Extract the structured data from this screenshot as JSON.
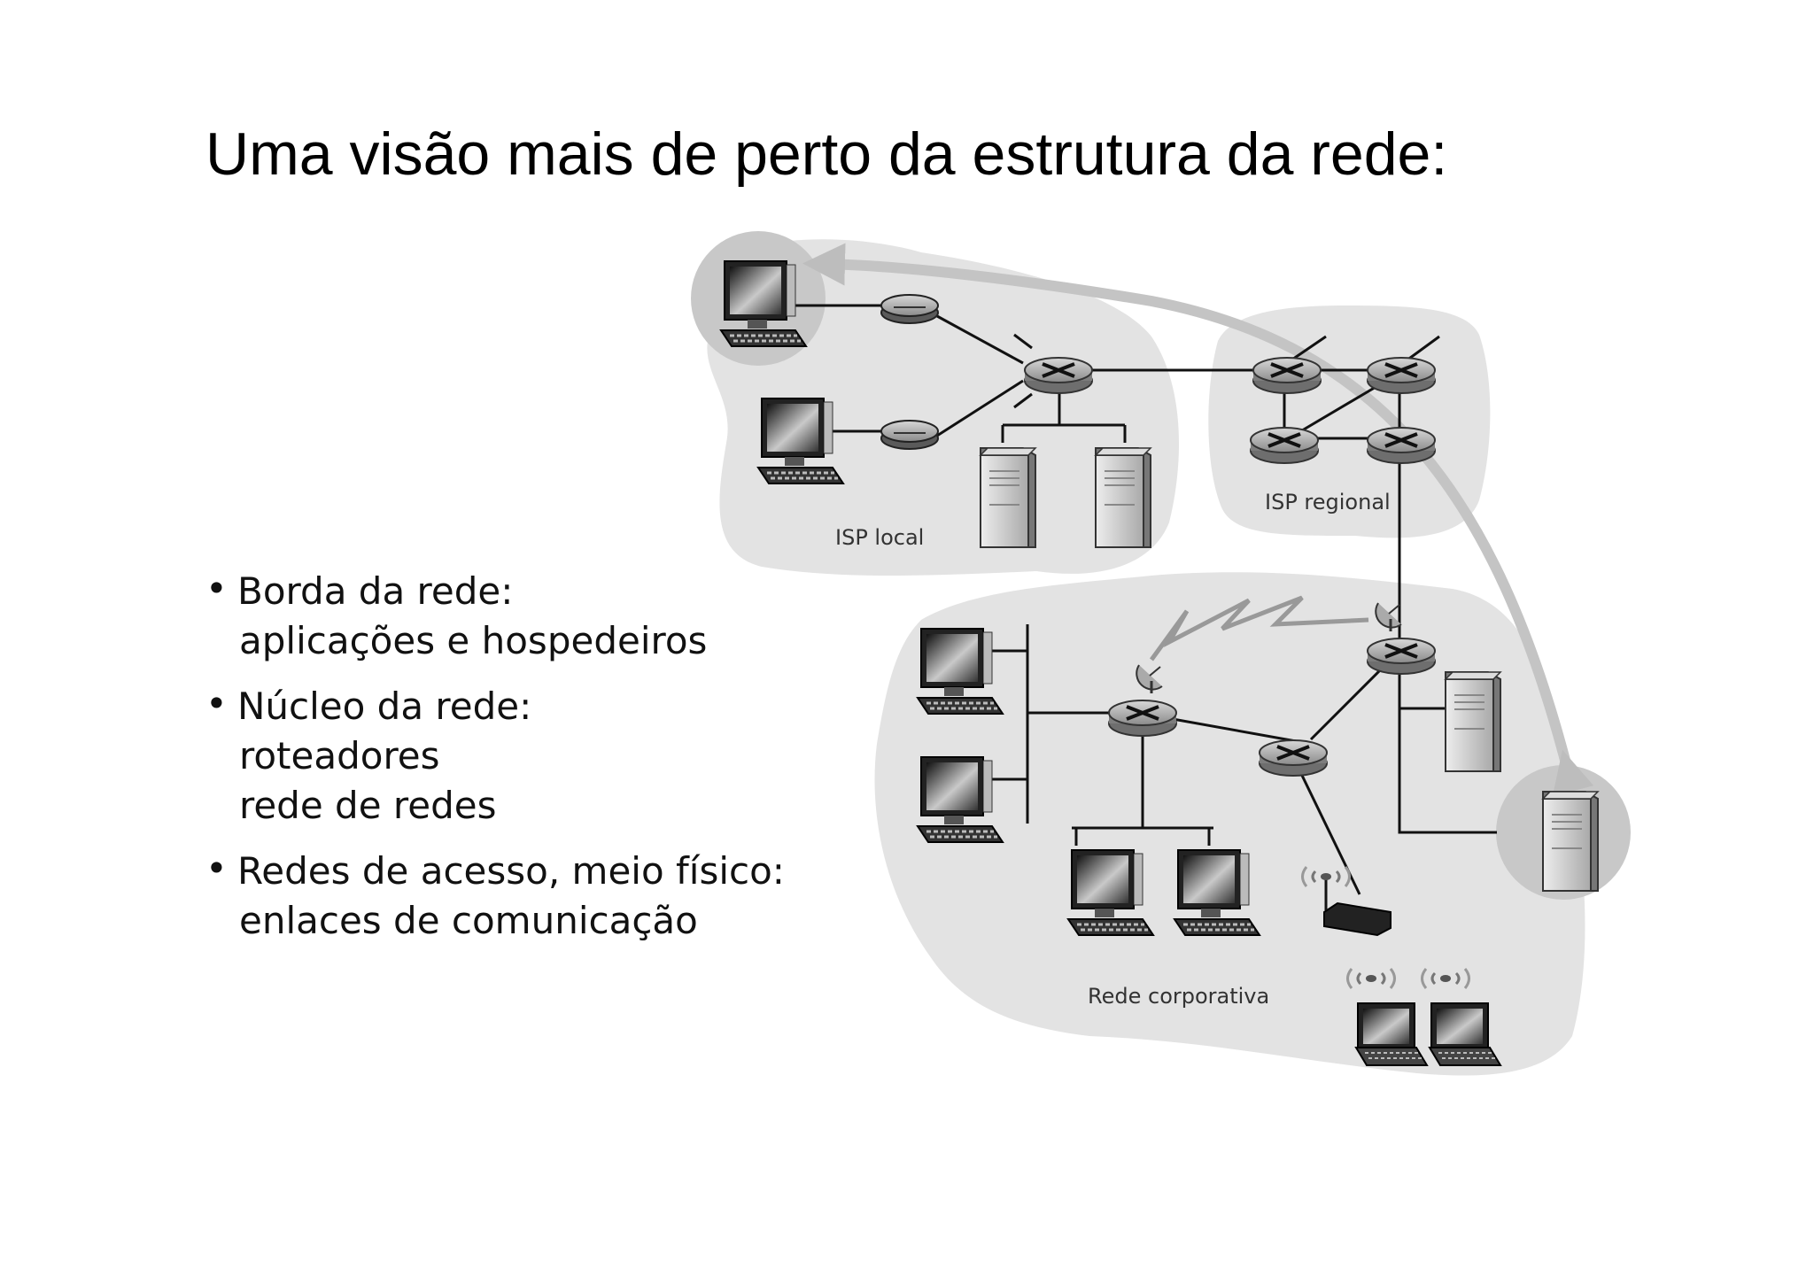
{
  "slide": {
    "title": "Uma visão mais de perto da estrutura da rede:"
  },
  "bullets": [
    {
      "heading": "Borda da rede:",
      "lines": [
        "aplicações e hospedeiros"
      ]
    },
    {
      "heading": "Núcleo da rede:",
      "lines": [
        "roteadores",
        "rede de redes"
      ]
    },
    {
      "heading": "Redes de acesso, meio físico:",
      "lines": [
        "enlaces de comunicação"
      ]
    }
  ],
  "diagram": {
    "regions": {
      "isp_local": "ISP local",
      "isp_regional": "ISP regional",
      "corporate": "Rede corporativa"
    },
    "colors": {
      "cloud": "#e3e3e3",
      "highlight": "#c8c8c8",
      "arrow": "#c4c4c4",
      "router": "#9a9a9a",
      "link": "#111111"
    }
  }
}
